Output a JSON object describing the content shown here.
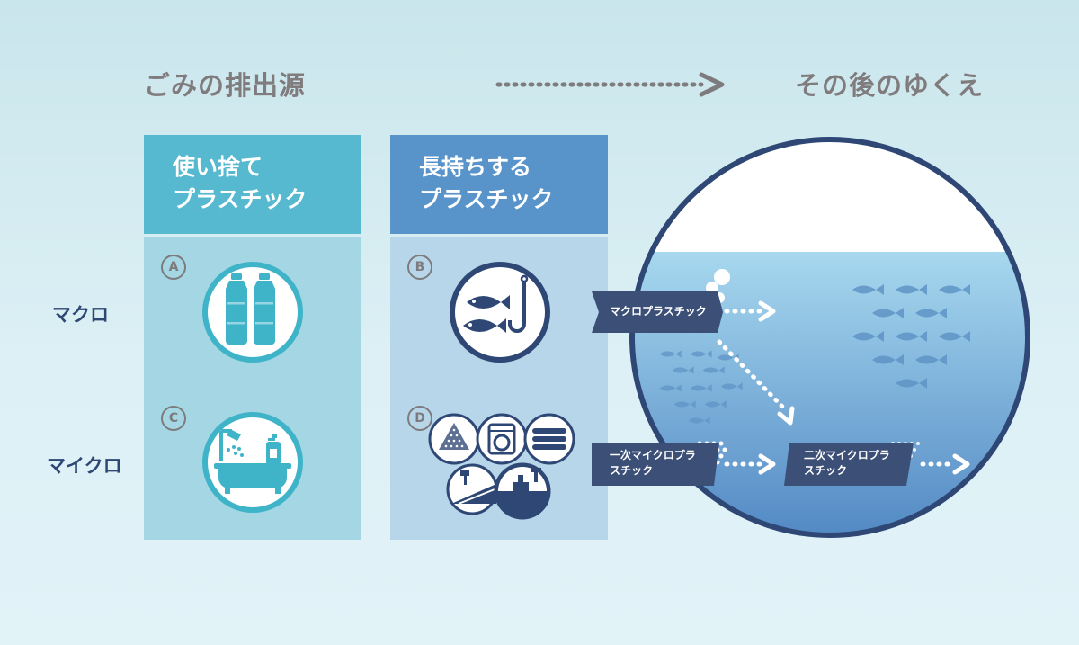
{
  "header": {
    "source_label": "ごみの排出源",
    "destination_label": "その後のゆくえ"
  },
  "rows": {
    "macro": "マクロ",
    "micro": "マイクロ"
  },
  "columns": {
    "disposable": {
      "line1": "使い捨て",
      "line2": "プラスチック",
      "color": "#56b9cf"
    },
    "durable": {
      "line1": "長持ちする",
      "line2": "プラスチック",
      "color": "#5893c9"
    }
  },
  "markers": {
    "a": "A",
    "b": "B",
    "c": "C",
    "d": "D"
  },
  "icons": {
    "a": "plastic-bottles-icon",
    "b": "fish-and-hook-icon",
    "c": "bathtub-shower-soap-icon",
    "d": [
      "tire-wear-icon",
      "washing-machine-icon",
      "pellets-icon",
      "road-paint-icon",
      "ship-paint-icon"
    ]
  },
  "tags": {
    "macro_plastic": "マクロプラスチック",
    "primary_micro_line1": "一次マイクロプラ",
    "primary_micro_line2": "スチック",
    "secondary_micro_line1": "二次マイクロプラ",
    "secondary_micro_line2": "スチック"
  },
  "colors": {
    "navy": "#2e4775",
    "tag_bg": "#3b4f77",
    "ocean_top": "#a7d8ef",
    "ocean_bottom": "#4f86c2"
  }
}
